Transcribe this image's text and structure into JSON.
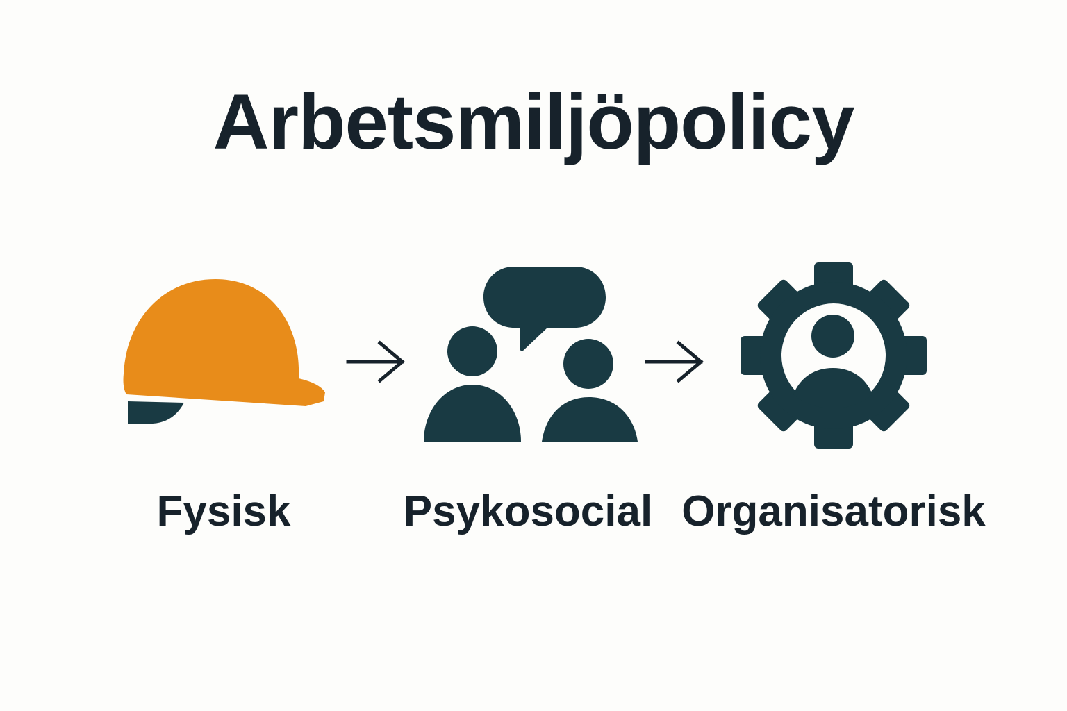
{
  "title": "Arbetsmiljöpolicy",
  "colors": {
    "background": "#fdfdfb",
    "text": "#17222b",
    "dark_icon": "#193a43",
    "helmet_orange": "#e88c1a"
  },
  "steps": [
    {
      "label": "Fysisk",
      "icon": "hard-hat-icon"
    },
    {
      "label": "Psykosocial",
      "icon": "people-chat-icon"
    },
    {
      "label": "Organisatorisk",
      "icon": "gear-person-icon"
    }
  ],
  "connectors": [
    "arrow-right-icon",
    "arrow-right-icon"
  ]
}
